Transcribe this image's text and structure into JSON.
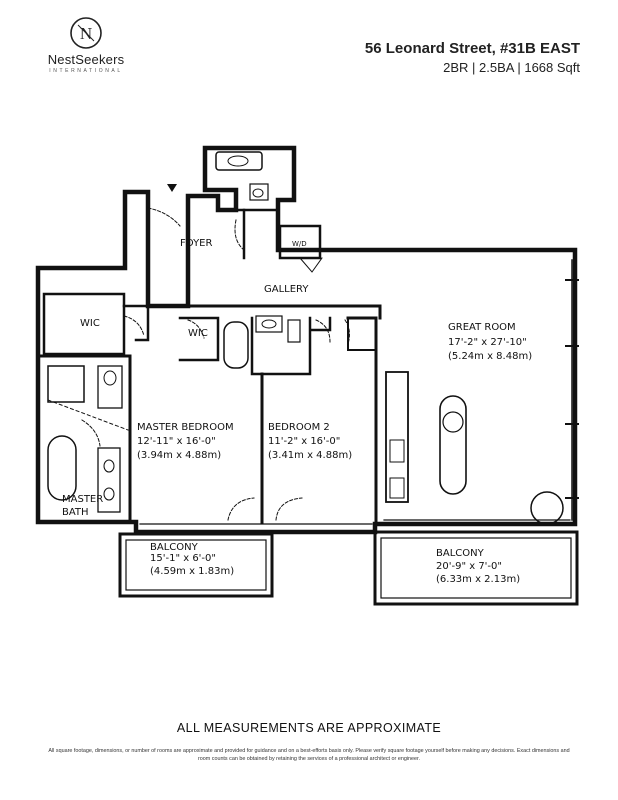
{
  "brand": {
    "name": "NestSeekers",
    "tagline": "INTERNATIONAL",
    "logo_letter": "N"
  },
  "listing": {
    "address": "56 Leonard Street, #31B EAST",
    "specs": "2BR | 2.5BA | 1668 Sqft"
  },
  "rooms": {
    "foyer": "FOYER",
    "wd": "W/D",
    "gallery": "GALLERY",
    "wic1": "WIC",
    "wic2": "WIC",
    "great_room": {
      "name": "GREAT ROOM",
      "dim_imperial": "17'-2\" x 27'-10\"",
      "dim_metric": "(5.24m x 8.48m)"
    },
    "master_bedroom": {
      "name": "MASTER BEDROOM",
      "dim_imperial": "12'-11\" x 16'-0\"",
      "dim_metric": "(3.94m x 4.88m)"
    },
    "bedroom2": {
      "name": "BEDROOM 2",
      "dim_imperial": "11'-2\" x 16'-0\"",
      "dim_metric": "(3.41m x 4.88m)"
    },
    "master_bath": {
      "line1": "MASTER",
      "line2": "BATH"
    },
    "balcony_left": {
      "name": "BALCONY",
      "dim_imperial": "15'-1\" x 6'-0\"",
      "dim_metric": "(4.59m x 1.83m)"
    },
    "balcony_right": {
      "name": "BALCONY",
      "dim_imperial": "20'-9\" x 7'-0\"",
      "dim_metric": "(6.33m x 2.13m)"
    }
  },
  "footer": {
    "title": "ALL MEASUREMENTS ARE APPROXIMATE",
    "disclaimer": "All square footage, dimensions, or number of rooms are approximate and provided for guidance and on a best-efforts basis only. Please verify square footage yourself before making any decisions. Exact dimensions and room counts can be obtained by retaining the services of a professional architect or engineer."
  },
  "colors": {
    "ink": "#111111",
    "paper": "#ffffff"
  }
}
